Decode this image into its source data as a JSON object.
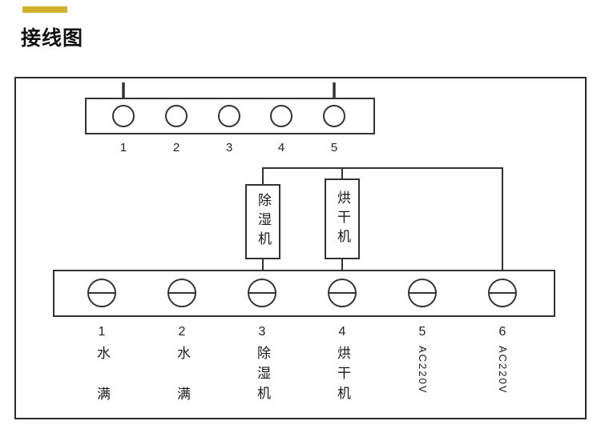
{
  "page": {
    "title": "接线图"
  },
  "colors": {
    "accent": "#d2b12a",
    "line": "#333333"
  },
  "diagram": {
    "top_connector": {
      "pin_numbers": [
        "1",
        "2",
        "3",
        "4",
        "5"
      ]
    },
    "components": {
      "dehumidifier": "除湿机",
      "dryer": "烘干机"
    },
    "terminal_block": {
      "terminals": [
        {
          "number": "1",
          "label": "水满"
        },
        {
          "number": "2",
          "label": "水满"
        },
        {
          "number": "3",
          "label": "除湿机"
        },
        {
          "number": "4",
          "label": "烘干机"
        },
        {
          "number": "5",
          "label": "AC220V"
        },
        {
          "number": "6",
          "label": "AC220V"
        }
      ]
    }
  }
}
